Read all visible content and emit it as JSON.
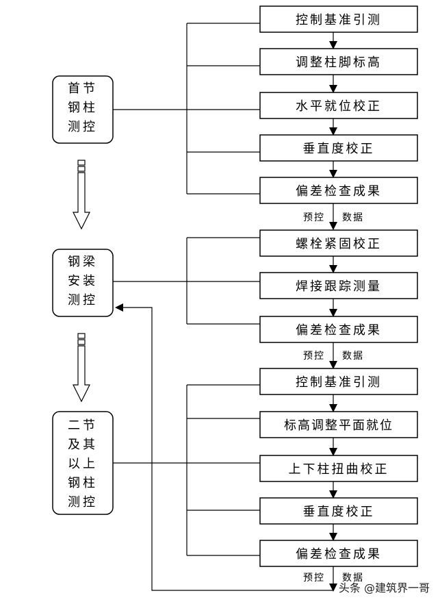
{
  "stages": [
    {
      "label_lines": [
        "首节",
        "钢柱",
        "测控"
      ],
      "steps": [
        "控制基准引测",
        "调整柱脚标高",
        "水平就位校正",
        "垂直度校正",
        "偏差检查成果"
      ],
      "note_left": "预控",
      "note_right": "数据"
    },
    {
      "label_lines": [
        "钢梁",
        "安装",
        "测控"
      ],
      "steps": [
        "螺栓紧固校正",
        "焊接跟踪测量",
        "偏差检查成果"
      ],
      "note_left": "预控",
      "note_right": "数据"
    },
    {
      "label_lines": [
        "二节",
        "及其",
        "以上",
        "钢柱",
        "测控"
      ],
      "steps": [
        "控制基准引测",
        "标高调整平面就位",
        "上下柱扭曲校正",
        "垂直度校正",
        "偏差检查成果"
      ],
      "note_left": "预控",
      "note_right": "数据"
    }
  ],
  "watermark": "头条 @建筑界一哥"
}
